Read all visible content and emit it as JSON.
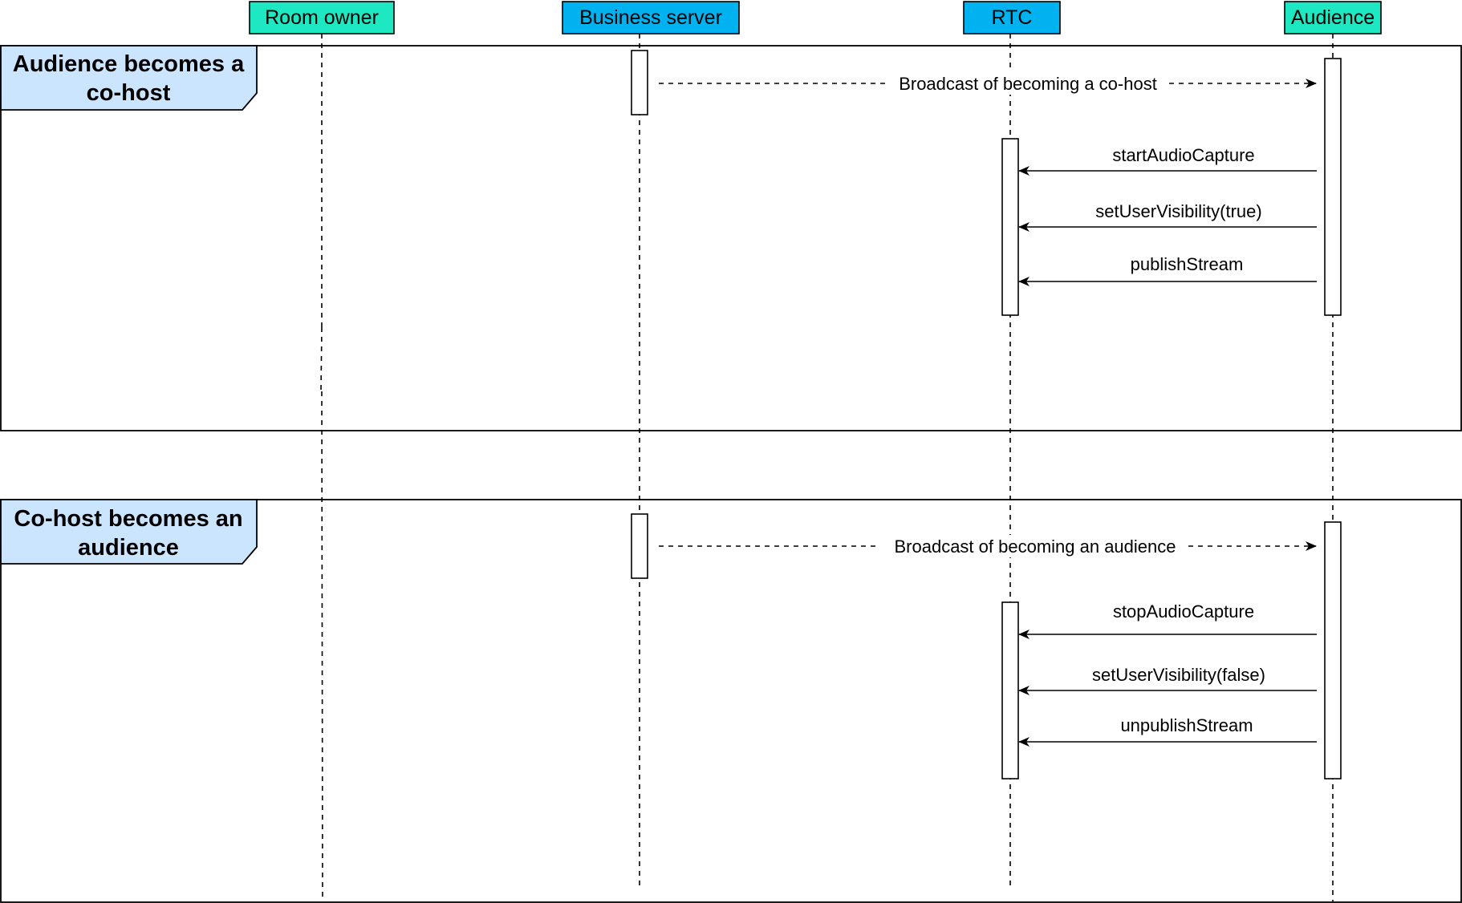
{
  "participants": [
    {
      "id": "room-owner",
      "label": "Room owner",
      "color": "#1ee8c2"
    },
    {
      "id": "business-server",
      "label": "Business server",
      "color": "#00b3f0"
    },
    {
      "id": "rtc",
      "label": "RTC",
      "color": "#00b3f0"
    },
    {
      "id": "audience",
      "label": "Audience",
      "color": "#1ee8c2"
    }
  ],
  "frames": [
    {
      "id": "audience-to-cohost",
      "label_line1": "Audience becomes a",
      "label_line2": "co-host",
      "label_color": "#cce5ff",
      "messages": [
        {
          "text": "Broadcast of becoming a co-host",
          "from": "Business server",
          "to": "Audience",
          "style": "dashed"
        },
        {
          "text": "startAudioCapture",
          "from": "Audience",
          "to": "RTC",
          "style": "solid"
        },
        {
          "text": "setUserVisibility(true)",
          "from": "Audience",
          "to": "RTC",
          "style": "solid"
        },
        {
          "text": "publishStream",
          "from": "Audience",
          "to": "RTC",
          "style": "solid"
        }
      ]
    },
    {
      "id": "cohost-to-audience",
      "label_line1": "Co-host becomes an",
      "label_line2": "audience",
      "label_color": "#cce5ff",
      "messages": [
        {
          "text": "Broadcast of becoming an audience",
          "from": "Business server",
          "to": "Audience",
          "style": "dashed"
        },
        {
          "text": "stopAudioCapture",
          "from": "Audience",
          "to": "RTC",
          "style": "solid"
        },
        {
          "text": "setUserVisibility(false)",
          "from": "Audience",
          "to": "RTC",
          "style": "solid"
        },
        {
          "text": "unpublishStream",
          "from": "Audience",
          "to": "RTC",
          "style": "solid"
        }
      ]
    }
  ]
}
